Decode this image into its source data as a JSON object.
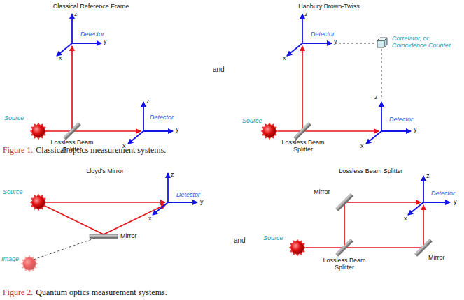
{
  "diagram": {
    "labels": [
      "Classical Reference Frame",
      "Detector",
      "z",
      "y",
      "x",
      "Source",
      "Lossless Beam Splitter",
      "Detector",
      "z",
      "y",
      "x",
      "and",
      "Hanbury Brown-Twiss",
      "Detector",
      "z",
      "y",
      "x",
      "Correlator, or Coincidence Counter",
      "Source",
      "Lossless Beam Splitter",
      "Detector",
      "z",
      "y",
      "x",
      "Figure 1.",
      "Classical optics measurement systems.",
      "Lloyd's Mirror",
      "Source",
      "Mirror",
      "Image",
      "Detector",
      "z",
      "y",
      "x",
      "and",
      "Lossless Beam Splitter",
      "Mirror",
      "Detector",
      "z",
      "y",
      "x",
      "Source",
      "Mirror",
      "Lossless Beam Splitter",
      "Figure 2.",
      "Quantum optics measurement systems."
    ]
  }
}
